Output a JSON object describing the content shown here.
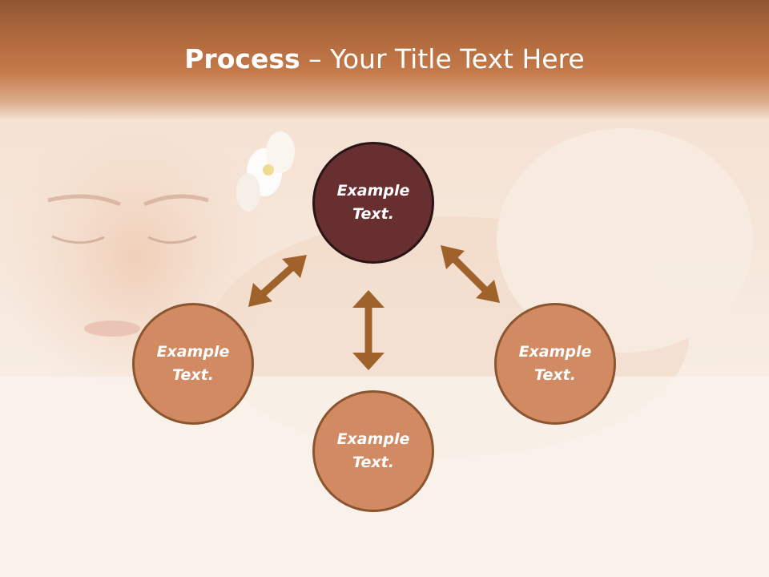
{
  "title": {
    "bold": "Process",
    "rest": " – Your Title Text Here"
  },
  "nodes": {
    "top": "Example Text.",
    "left": "Example Text.",
    "right": "Example Text.",
    "bottom": "Example Text."
  },
  "colors": {
    "accent_node": "#672f30",
    "light_node": "#d18a61",
    "arrow": "#a0622b",
    "header": "#b0693d"
  }
}
